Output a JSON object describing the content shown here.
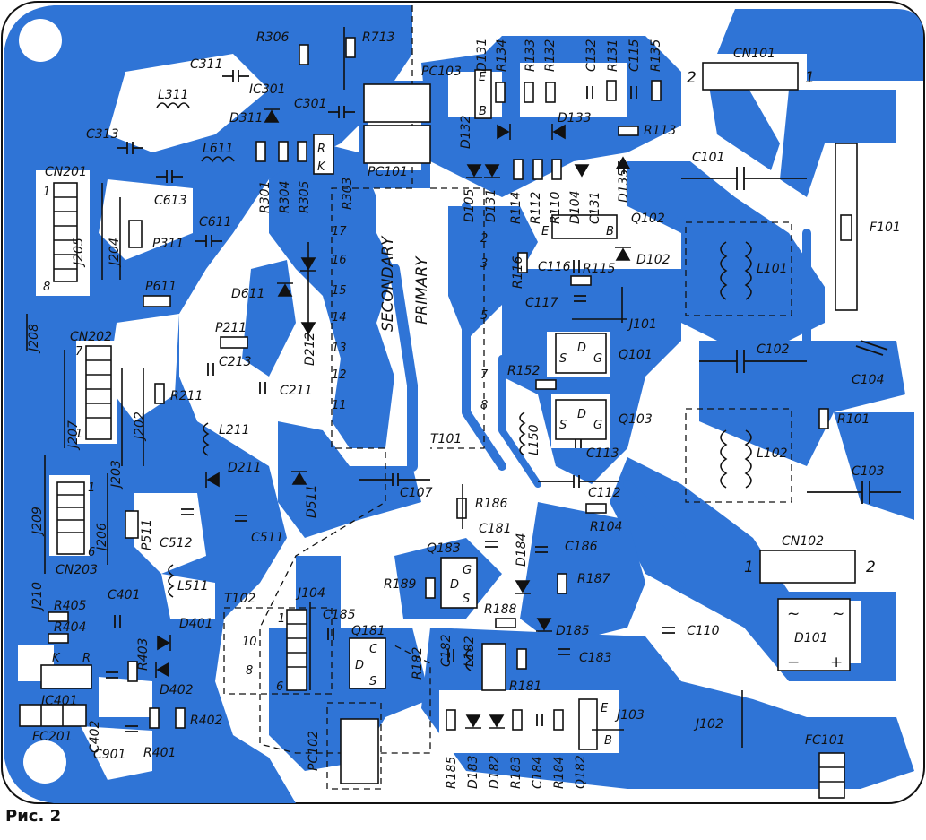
{
  "caption": "Рис. 2",
  "region_labels": {
    "secondary": "SECONDARY",
    "primary": "PRIMARY"
  },
  "components": {
    "R306": "R306",
    "R713": "R713",
    "D131a": "D131",
    "R134": "R134",
    "R133": "R133",
    "R132": "R132",
    "C132": "C132",
    "R131": "R131",
    "C115": "C115",
    "R135": "R135",
    "CN101": "CN101",
    "C311": "C311",
    "L311": "L311",
    "IC301": "IC301",
    "C301": "C301",
    "PC103": "PC103",
    "D311": "D311",
    "C313": "C313",
    "L611": "L611",
    "D132": "D132",
    "D133": "D133",
    "R113": "R113",
    "C101": "C101",
    "CN201": "CN201",
    "C613": "C613",
    "R301": "R301",
    "R304": "R304",
    "R305": "R305",
    "R303": "R303",
    "PC101": "PC101",
    "D105": "D105",
    "D131b": "D131",
    "R114": "R114",
    "R112": "R112",
    "R110": "R110",
    "D104": "D104",
    "C131": "C131",
    "D135": "D135",
    "Q102": "Q102",
    "F101": "F101",
    "C611": "C611",
    "J205": "J205",
    "J204": "J204",
    "P311": "P311",
    "R116": "R116",
    "C116": "C116",
    "R115": "R115",
    "D102": "D102",
    "L101": "L101",
    "D611": "D611",
    "P611": "P611",
    "C117": "C117",
    "J101": "J101",
    "J208": "J208",
    "CN202": "CN202",
    "P211": "P211",
    "D212": "D212",
    "Q101": "Q101",
    "C102": "C102",
    "C104": "C104",
    "C213": "C213",
    "R152": "R152",
    "J207": "J207",
    "R211": "R211",
    "C211": "C211",
    "J202": "J202",
    "Q103": "Q103",
    "R101": "R101",
    "L211": "L211",
    "L150": "L150",
    "T101": "T101",
    "C113": "C113",
    "J203": "J203",
    "D211": "D211",
    "L102": "L102",
    "C103": "C103",
    "J209": "J209",
    "D511": "D511",
    "C107": "C107",
    "C112": "C112",
    "R186": "R186",
    "J206": "J206",
    "P511": "P511",
    "C512": "C512",
    "C511": "C511",
    "R104": "R104",
    "C181": "C181",
    "D184": "D184",
    "C186": "C186",
    "Q183": "Q183",
    "CN102": "CN102",
    "CN203": "CN203",
    "J210": "J210",
    "R187": "R187",
    "R189": "R189",
    "L511": "L511",
    "T102": "T102",
    "J104": "J104",
    "R188": "R188",
    "C401": "C401",
    "R405": "R405",
    "C185": "C185",
    "D185": "D185",
    "C110": "C110",
    "D101": "D101",
    "R404": "R404",
    "R403": "R403",
    "D401": "D401",
    "Q181": "Q181",
    "C182": "C182",
    "L182": "L182",
    "C183": "C183",
    "R182": "R182",
    "D402": "D402",
    "IC401": "IC401",
    "R181": "R181",
    "C402": "C402",
    "R402": "R402",
    "J103": "J103",
    "J102": "J102",
    "FC101": "FC101",
    "FC201": "FC201",
    "C901": "C901",
    "R401": "R401",
    "PC102": "PC102",
    "R185": "R185",
    "D183": "D183",
    "D182": "D182",
    "R183": "R183",
    "C184": "C184",
    "R184": "R184",
    "Q182": "Q182"
  },
  "pins": {
    "cn101_left": "2",
    "cn101_right": "1",
    "cn102_left": "1",
    "cn102_right": "2",
    "cn201_top": "1",
    "cn201_bottom": "8",
    "cn202_top": "7",
    "cn202_bottom": "1",
    "cn203_top": "1",
    "cn203_bottom": "6",
    "t101_pins": [
      "17",
      "16",
      "15",
      "14",
      "13",
      "12",
      "11"
    ],
    "t101_primary_pins": [
      "2",
      "3",
      "5",
      "7",
      "8"
    ],
    "t102_pins": [
      "1",
      "10",
      "8",
      "6"
    ],
    "q_e": "E",
    "q_b": "B",
    "q_c": "C",
    "q_d": "D",
    "q_s": "S",
    "q_g": "G",
    "ic401_k": "K",
    "ic401_r": "R",
    "d101_tilde": "~",
    "d101_minus": "−",
    "d101_plus": "+",
    "pc_r": "R",
    "pc_k": "K",
    "plus": "+"
  },
  "colors": {
    "copper": "#2f74d6",
    "board": "#ffffff",
    "ink": "#111111"
  }
}
